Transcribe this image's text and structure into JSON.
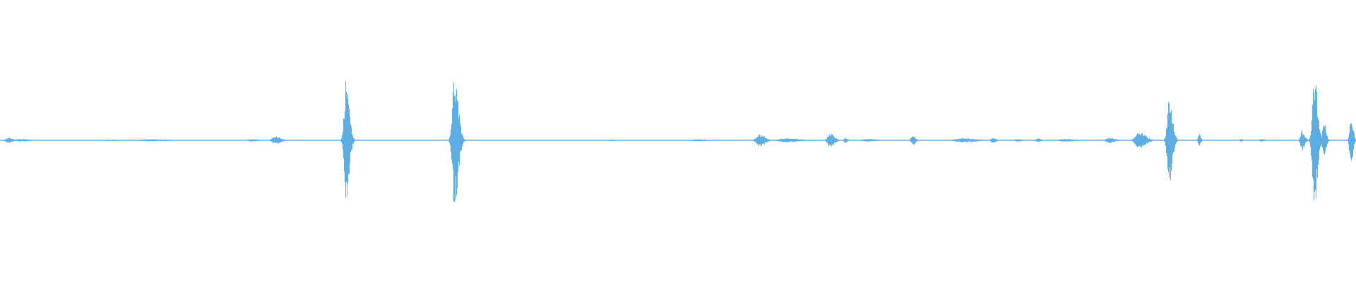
{
  "waveform": {
    "color": "#5dade2",
    "background": "#ffffff",
    "amplitude_scale": 1.0,
    "bursts": [
      {
        "t": 0.006,
        "amp": 0.04,
        "width": 0.004
      },
      {
        "t": 0.015,
        "amp": 0.02,
        "width": 0.008
      },
      {
        "t": 0.08,
        "amp": 0.01,
        "width": 0.01
      },
      {
        "t": 0.11,
        "amp": 0.015,
        "width": 0.02
      },
      {
        "t": 0.185,
        "amp": 0.02,
        "width": 0.006
      },
      {
        "t": 0.203,
        "amp": 0.06,
        "width": 0.005
      },
      {
        "t": 0.255,
        "amp": 0.9,
        "width": 0.003
      },
      {
        "t": 0.335,
        "amp": 0.95,
        "width": 0.0035
      },
      {
        "t": 0.45,
        "amp": 0.01,
        "width": 0.008
      },
      {
        "t": 0.515,
        "amp": 0.015,
        "width": 0.01
      },
      {
        "t": 0.56,
        "amp": 0.09,
        "width": 0.005
      },
      {
        "t": 0.58,
        "amp": 0.03,
        "width": 0.012
      },
      {
        "t": 0.612,
        "amp": 0.1,
        "width": 0.004
      },
      {
        "t": 0.623,
        "amp": 0.04,
        "width": 0.002
      },
      {
        "t": 0.64,
        "amp": 0.02,
        "width": 0.008
      },
      {
        "t": 0.673,
        "amp": 0.07,
        "width": 0.0025
      },
      {
        "t": 0.71,
        "amp": 0.03,
        "width": 0.012
      },
      {
        "t": 0.732,
        "amp": 0.04,
        "width": 0.003
      },
      {
        "t": 0.75,
        "amp": 0.02,
        "width": 0.004
      },
      {
        "t": 0.765,
        "amp": 0.03,
        "width": 0.003
      },
      {
        "t": 0.785,
        "amp": 0.02,
        "width": 0.01
      },
      {
        "t": 0.818,
        "amp": 0.04,
        "width": 0.005
      },
      {
        "t": 0.84,
        "amp": 0.12,
        "width": 0.006
      },
      {
        "t": 0.862,
        "amp": 0.65,
        "width": 0.003
      },
      {
        "t": 0.884,
        "amp": 0.1,
        "width": 0.0015
      },
      {
        "t": 0.915,
        "amp": 0.02,
        "width": 0.002
      },
      {
        "t": 0.93,
        "amp": 0.02,
        "width": 0.003
      },
      {
        "t": 0.96,
        "amp": 0.15,
        "width": 0.0025
      },
      {
        "t": 0.969,
        "amp": 1.0,
        "width": 0.003
      },
      {
        "t": 0.976,
        "amp": 0.3,
        "width": 0.002
      },
      {
        "t": 0.996,
        "amp": 0.4,
        "width": 0.002
      }
    ],
    "noise_floor": 0.004
  }
}
